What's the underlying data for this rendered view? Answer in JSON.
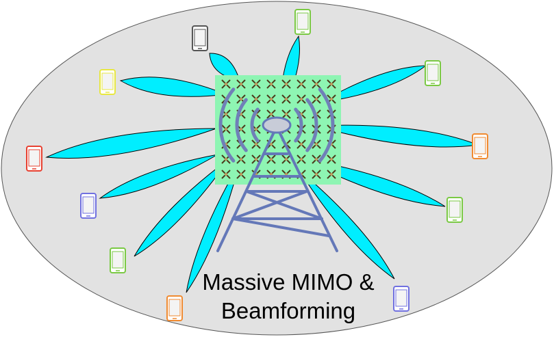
{
  "caption": {
    "line1": "Massive MIMO &",
    "line2": "Beamforming"
  },
  "colors": {
    "cell_fill": "#e2e2e2",
    "cell_stroke": "#555555",
    "beam": "#00eeff",
    "array_panel": "#8ef5b3",
    "antenna_element": "#9c8a4e",
    "tower": "#6478b8",
    "waves": "#7080b8"
  },
  "devices": [
    {
      "name": "phone-gray",
      "color": "#555555"
    },
    {
      "name": "phone-lime-top",
      "color": "#7ac943"
    },
    {
      "name": "phone-yellow",
      "color": "#e8e840"
    },
    {
      "name": "phone-green-right-top",
      "color": "#7ac943"
    },
    {
      "name": "phone-red",
      "color": "#e84030"
    },
    {
      "name": "phone-orange-right",
      "color": "#f08a30"
    },
    {
      "name": "phone-purple-left",
      "color": "#7070e0"
    },
    {
      "name": "phone-green-right-bottom",
      "color": "#7ac943"
    },
    {
      "name": "phone-green-bottom-left",
      "color": "#7ac943"
    },
    {
      "name": "phone-orange-bottom",
      "color": "#f08a30"
    },
    {
      "name": "phone-purple-bottom-right",
      "color": "#7070e0"
    }
  ],
  "icons": [
    "smartphone-icon",
    "antenna-element-icon",
    "cell-tower-icon",
    "radio-wave-icon"
  ]
}
